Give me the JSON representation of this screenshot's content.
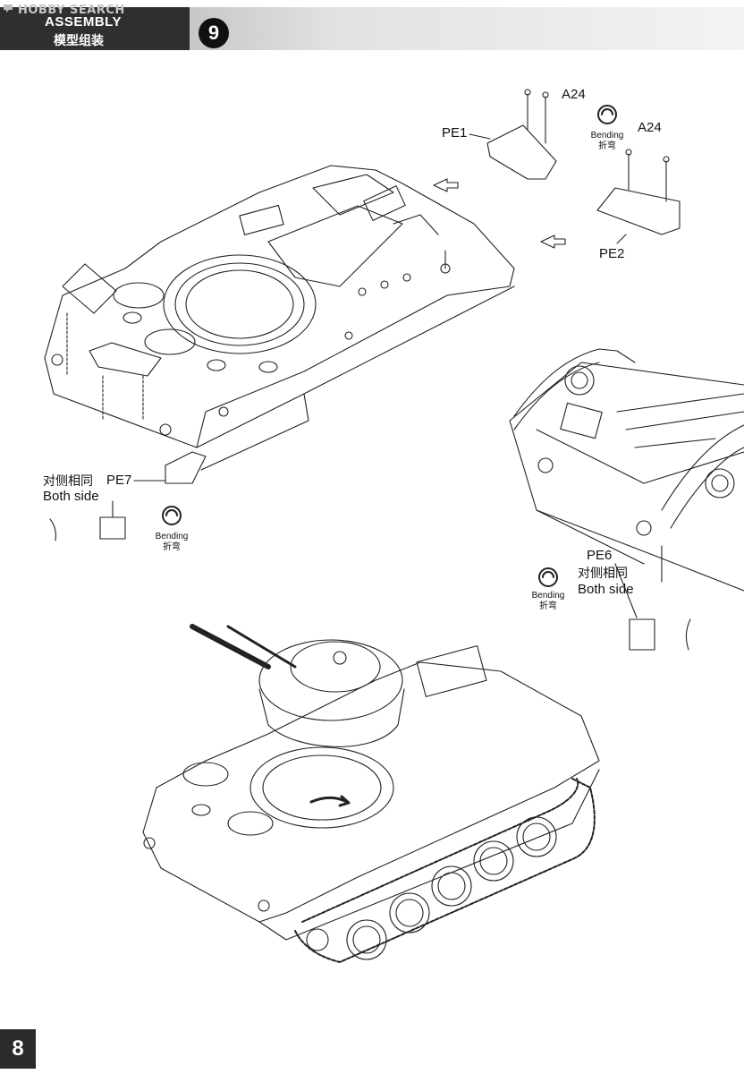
{
  "watermark": "HOBBY SEARCH",
  "header": {
    "title": "ASSEMBLY",
    "title_cn": "模型组装",
    "step_number": "9"
  },
  "parts": {
    "a24_top": "A24",
    "a24_right": "A24",
    "pe1": "PE1",
    "pe2": "PE2",
    "pe6": "PE6",
    "pe7": "PE7"
  },
  "notes": {
    "both_side_cn_left": "对侧相同",
    "both_side_left": "Both side",
    "both_side_cn_right": "对侧相同",
    "both_side_right": "Both side"
  },
  "bending": {
    "label": "Bending",
    "label_cn": "折弯"
  },
  "page": {
    "number": "8"
  }
}
